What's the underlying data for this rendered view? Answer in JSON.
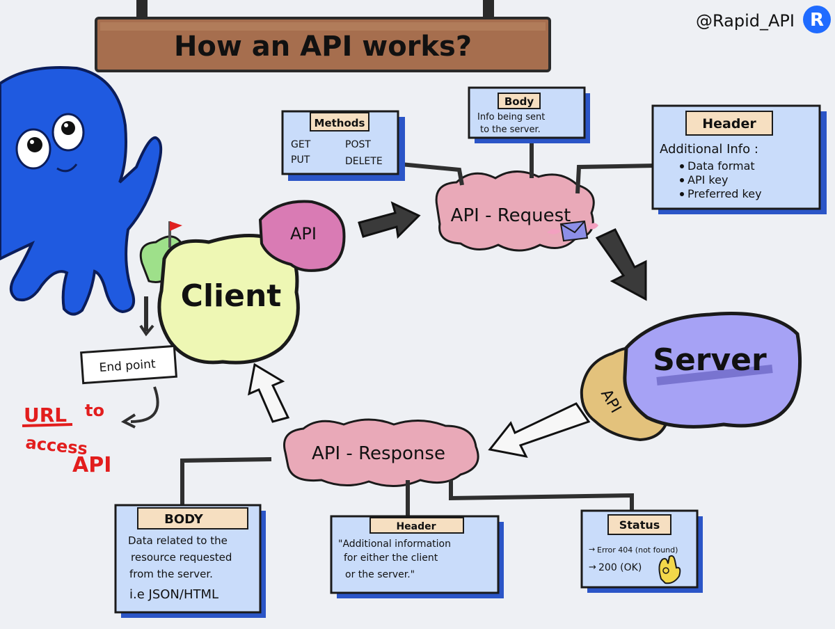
{
  "title": "How an API works?",
  "brand": {
    "handle": "@Rapid_API",
    "logo_letter": "R",
    "logo_color": "#1f6bff"
  },
  "client": {
    "label": "Client",
    "api_tag": "API"
  },
  "server": {
    "label": "Server",
    "api_tag": "API"
  },
  "request": {
    "label": "API - Request",
    "methods": {
      "title": "Methods",
      "items": [
        "GET",
        "POST",
        "PUT",
        "DELETE"
      ]
    },
    "body": {
      "title": "Body",
      "text_lines": [
        "Info being sent",
        "to the server."
      ]
    },
    "header": {
      "title": "Header",
      "intro": "Additional Info :",
      "bullets": [
        "Data format",
        "API key",
        "Preferred key"
      ]
    }
  },
  "response": {
    "label": "API - Response",
    "body": {
      "title": "BODY",
      "text_lines": [
        "Data related to the",
        "resource requested",
        "from the server.",
        "i.e JSON/HTML"
      ]
    },
    "header": {
      "title": "Header",
      "text_lines": [
        "\"Additional information",
        "for either the client",
        "or the server.\""
      ]
    },
    "status": {
      "title": "Status",
      "items": [
        "Error 404 (not found)",
        "200 (OK)"
      ]
    }
  },
  "endpoint": {
    "label": "End point",
    "note_underlined": "URL",
    "note_rest": [
      "to",
      "access",
      "API"
    ]
  },
  "colors": {
    "panel_fill": "#c9dcfa",
    "panel_border": "#2b55c7",
    "tag_fill": "#f6dfc1",
    "cloud_fill": "#e9a9b8",
    "client_fill": "#eef7b4",
    "server_fill": "#a6a2f5",
    "api_client_fill": "#d97bb4",
    "api_server_fill": "#e3c27c",
    "octopus": "#1f5ae0",
    "sign": "#a66e4e",
    "red_note": "#e21d1d"
  }
}
